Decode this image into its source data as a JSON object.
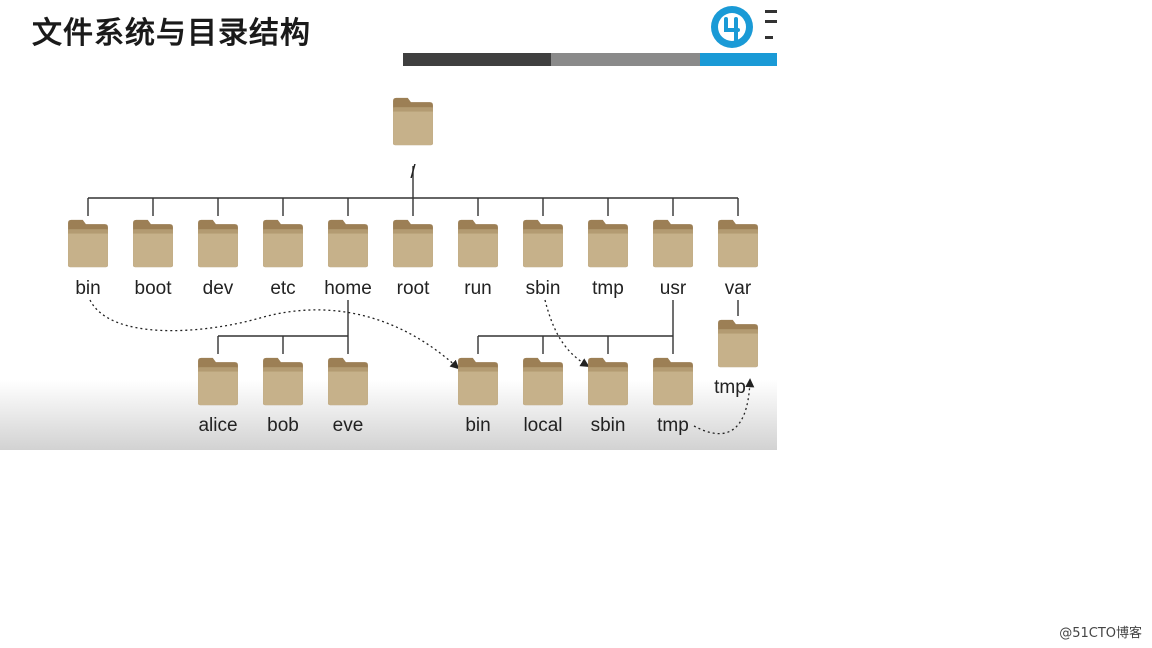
{
  "title": "文件系统与目录结构",
  "watermark": "@51CTO博客",
  "colors": {
    "accent": "#1a9ad6",
    "bar_dark": "#3f3f3f",
    "bar_mid": "#8a8a8a",
    "folder_body": "#c9b58f",
    "folder_tab": "#a0845b",
    "line": "#333333"
  },
  "icons": {
    "folder": "folder-icon",
    "logo": "brand-logo-icon"
  },
  "tree": {
    "root": {
      "label": "/"
    },
    "level1": [
      "bin",
      "boot",
      "dev",
      "etc",
      "home",
      "root",
      "run",
      "sbin",
      "tmp",
      "usr",
      "var"
    ],
    "home_children": [
      "alice",
      "bob",
      "eve"
    ],
    "usr_children": [
      "bin",
      "local",
      "sbin",
      "tmp"
    ],
    "var_children": [
      "tmp"
    ],
    "links": [
      {
        "from": "bin",
        "to": "usr/bin"
      },
      {
        "from": "sbin",
        "to": "usr/sbin"
      },
      {
        "from": "usr/tmp",
        "to": "var/tmp"
      }
    ]
  }
}
